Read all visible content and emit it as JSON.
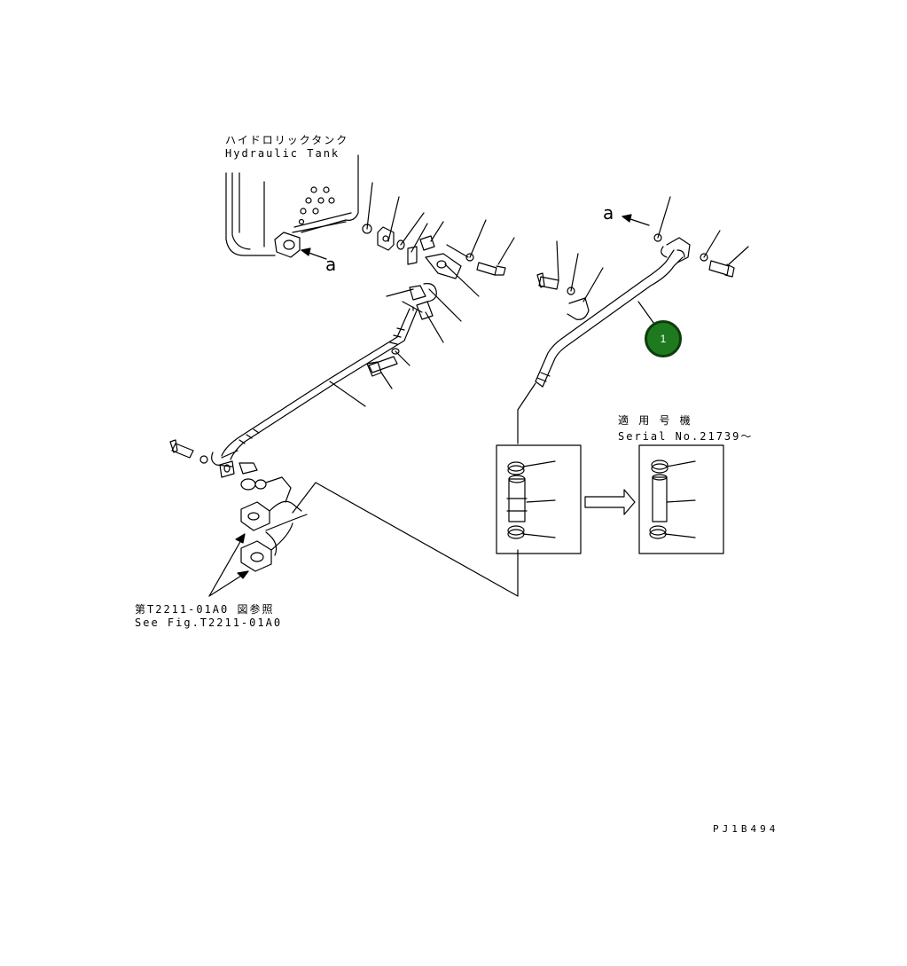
{
  "diagram": {
    "tank_label_jp": "ハイドロリックタンク",
    "tank_label_en": "Hydraulic Tank",
    "marker_a_left": "a",
    "marker_a_right": "a",
    "callout_number": "1",
    "applicable_label_jp": "適 用 号 機",
    "applicable_label_en": "Serial No.21739～",
    "reference_label_jp": "第T2211-01A0 図参照",
    "reference_label_en": "See Fig.T2211-01A0",
    "drawing_code": "PJ1B494",
    "callout_color": "#1f7a1f"
  }
}
